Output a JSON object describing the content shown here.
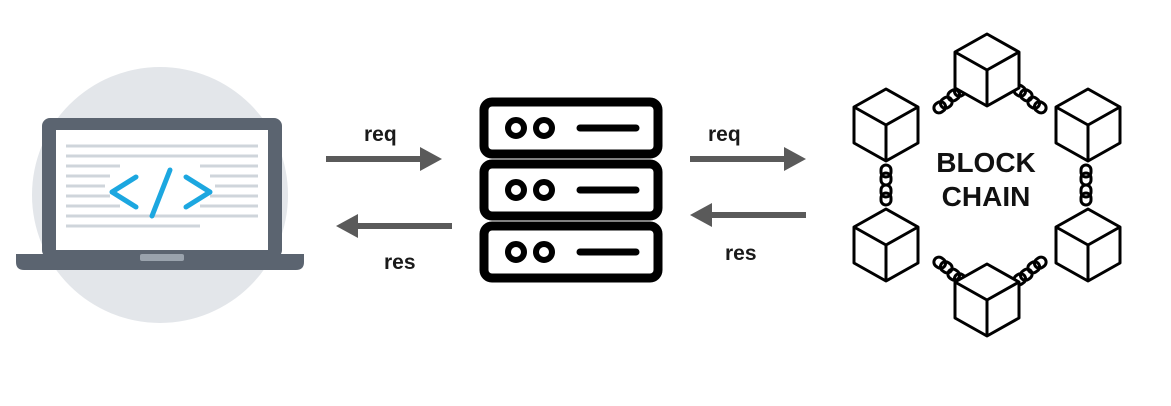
{
  "labels": {
    "left_req": "req",
    "left_res": "res",
    "right_req": "req",
    "right_res": "res"
  },
  "blockchain": {
    "line1": "BLOCK",
    "line2": "CHAIN"
  },
  "icons": {
    "client": "laptop-code-icon",
    "server": "server-rack-icon",
    "blockchain": "blockchain-cubes-icon"
  },
  "colors": {
    "arrow": "#5a5a5a",
    "laptop_bg_circle": "#e3e6ea",
    "code_accent": "#1ca7e0",
    "laptop_frame": "#5b6470"
  }
}
